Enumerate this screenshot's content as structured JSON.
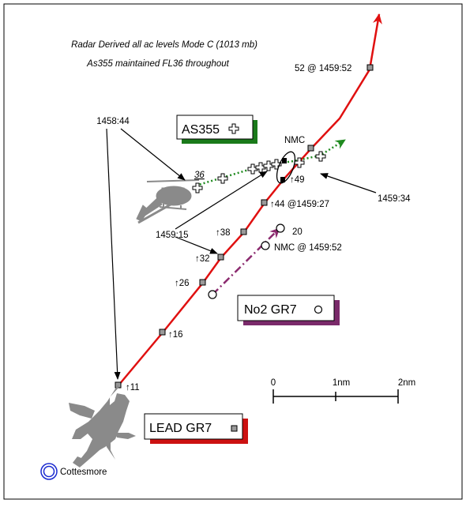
{
  "header": {
    "line1": "Radar Derived all ac levels Mode C (1013 mb)",
    "line2": "As355 maintained FL36 throughout"
  },
  "boxes": {
    "as355": {
      "label": "AS355",
      "color": "#1a7a1a"
    },
    "no2": {
      "label": "No2 GR7",
      "color": "#7a2a6a"
    },
    "lead": {
      "label": "LEAD GR7",
      "color": "#cc1111"
    }
  },
  "callouts": {
    "t1458": "1458:44",
    "t1459_15": "1459:15",
    "t1459_34": "1459:34",
    "nmc_top": "NMC",
    "fl52": "52 @ 1459:52",
    "heli_level": "36"
  },
  "lead_track": {
    "color": "#e01010",
    "labels": [
      "11",
      "16",
      "26",
      "32",
      "38",
      "44 @1459:27",
      "49"
    ]
  },
  "no2_track": {
    "color": "#8b2a6e",
    "labels": [
      "20",
      "NMC @ 1459:52"
    ]
  },
  "as355_track": {
    "color": "#1f8a1f"
  },
  "scale": {
    "labels": [
      "0",
      "1nm",
      "2nm"
    ]
  },
  "airfield": {
    "label": "Cottesmore",
    "color": "#1a2ad0"
  }
}
